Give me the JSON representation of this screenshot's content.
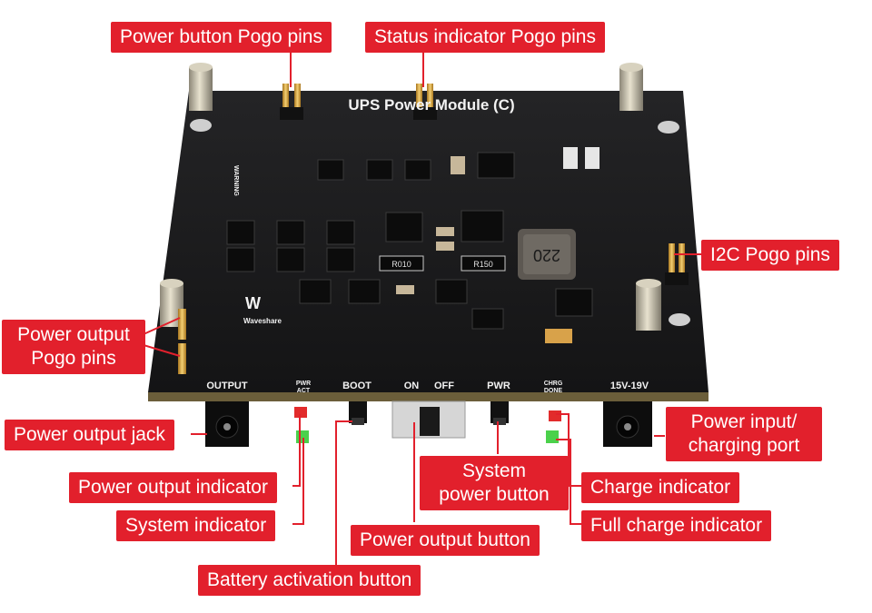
{
  "board": {
    "title": "UPS Power Module (C)",
    "brand": "Waveshare",
    "warning_text": "WARNING",
    "inductor_text": "220",
    "resistor_texts": [
      "R010",
      "R150"
    ],
    "silkscreen": {
      "output": "OUTPUT",
      "pwr_act": [
        "PWR",
        "ACT"
      ],
      "boot": "BOOT",
      "on": "ON",
      "off": "OFF",
      "pwr": "PWR",
      "chrg_done": [
        "CHRG",
        "DONE"
      ],
      "input": "15V-19V"
    }
  },
  "callouts": {
    "power_button_pogo": "Power button Pogo pins",
    "status_indicator_pogo": "Status indicator Pogo pins",
    "i2c_pogo": "I2C Pogo pins",
    "power_output_pogo": [
      "Power output",
      "Pogo pins"
    ],
    "power_output_jack": "Power output jack",
    "power_output_indicator": "Power output indicator",
    "system_indicator": "System indicator",
    "battery_activation_button": "Battery activation button",
    "power_output_button": "Power output button",
    "system_power_button": [
      "System",
      "power button"
    ],
    "charge_indicator": "Charge indicator",
    "full_charge_indicator": "Full charge indicator",
    "power_input_port": [
      "Power input/",
      "charging port"
    ]
  },
  "colors": {
    "callout_bg": "#e2202c",
    "pcb": "#1b1b1d",
    "leader_line": "#e2202c"
  }
}
